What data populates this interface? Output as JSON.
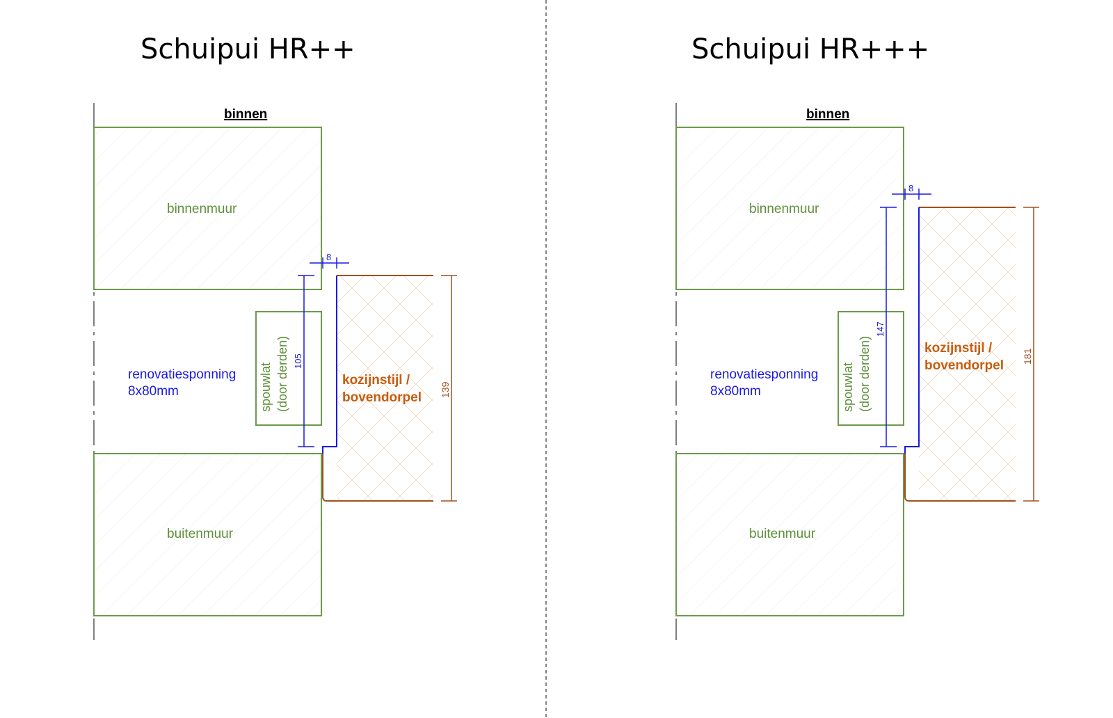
{
  "panels": [
    {
      "title": "Schuipui HR++",
      "side_label": "binnen",
      "inner_wall_label": "binnenmuur",
      "outer_wall_label": "buitenmuur",
      "rebate_label_line1": "renovatiesponning",
      "rebate_label_line2": "8x80mm",
      "lath_label_line1": "spouwlat",
      "lath_label_line2": "(door derden)",
      "frame_label_line1": "kozijnstijl /",
      "frame_label_line2": "bovendorpel",
      "dim_gap": "8",
      "dim_profile": "105",
      "dim_frame": "139"
    },
    {
      "title": "Schuipui HR+++",
      "side_label": "binnen",
      "inner_wall_label": "binnenmuur",
      "outer_wall_label": "buitenmuur",
      "rebate_label_line1": "renovatiesponning",
      "rebate_label_line2": "8x80mm",
      "lath_label_line1": "spouwlat",
      "lath_label_line2": "(door derden)",
      "frame_label_line1": "kozijnstijl /",
      "frame_label_line2": "bovendorpel",
      "dim_gap": "8",
      "dim_profile": "147",
      "dim_frame": "181"
    }
  ],
  "colors": {
    "wall": "#6b9a4a",
    "profile": "#1a1ae6",
    "frame": "#c65d0f"
  }
}
